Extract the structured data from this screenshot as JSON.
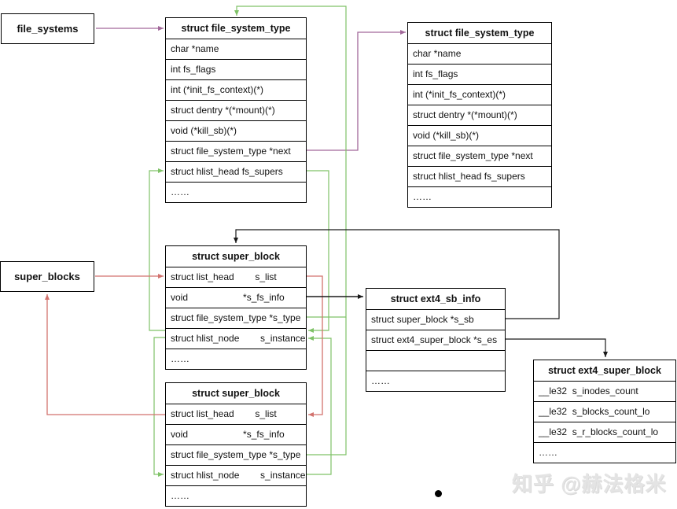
{
  "boxes": {
    "file_systems": "file_systems",
    "super_blocks": "super_blocks"
  },
  "tables": {
    "fst1": {
      "title": "struct file_system_type",
      "rows": [
        "char *name",
        "int fs_flags",
        "int (*init_fs_context)(*)",
        "struct dentry *(*mount)(*)",
        "void (*kill_sb)(*)",
        "struct file_system_type *next",
        "struct hlist_head fs_supers",
        "……"
      ]
    },
    "fst2": {
      "title": "struct file_system_type",
      "rows": [
        "char *name",
        "int fs_flags",
        "int (*init_fs_context)(*)",
        "struct dentry *(*mount)(*)",
        "void (*kill_sb)(*)",
        "struct file_system_type *next",
        "struct hlist_head fs_supers",
        "……"
      ]
    },
    "sb1": {
      "title": "struct super_block",
      "rows": [
        "struct list_head        s_list",
        "void                     *s_fs_info",
        "struct file_system_type *s_type",
        "struct hlist_node        s_instances",
        "……"
      ]
    },
    "sb2": {
      "title": "struct super_block",
      "rows": [
        "struct list_head        s_list",
        "void                     *s_fs_info",
        "struct file_system_type *s_type",
        "struct hlist_node        s_instances",
        "……"
      ]
    },
    "e4si": {
      "title": "struct ext4_sb_info",
      "rows": [
        "struct super_block *s_sb",
        "struct ext4_super_block *s_es",
        "",
        "……"
      ]
    },
    "e4sb": {
      "title": "struct ext4_super_block",
      "rows": [
        "__le32  s_inodes_count",
        "__le32  s_blocks_count_lo",
        "__le32  s_r_blocks_count_lo",
        "……"
      ]
    }
  },
  "colors": {
    "purple": "#a2689a",
    "green": "#7fc267",
    "red": "#d2726d",
    "black": "#1a1a1a"
  },
  "watermark": "知乎 @赫法格米"
}
